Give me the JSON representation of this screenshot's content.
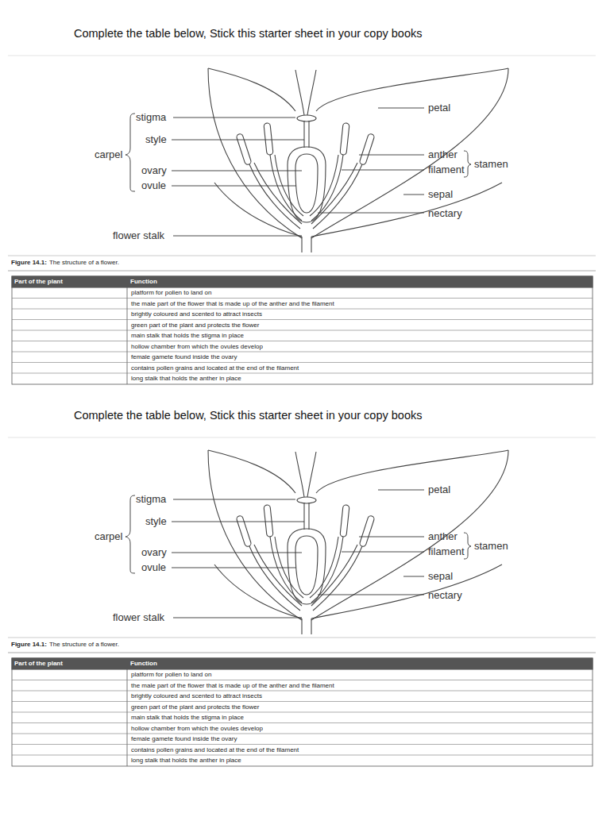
{
  "diagram": {
    "labels": [
      "Complete the table below, Stick this starter sheet in your copy books",
      "stigma",
      "style",
      "carpel",
      "ovary",
      "ovule",
      "flower stalk",
      "petal",
      "anther",
      "stamen",
      "filament",
      "sepal",
      "nectary",
      "Figure 14.1:",
      "The structure of a flower.",
      "Part of the plant",
      "Function",
      "platform for pollen to land on",
      "the male part of the flower that is made up of the anther and the filament",
      "brightly coloured and scented to attract insects",
      "green part of the plant and protects the flower",
      "main stalk that holds the stigma in place",
      "hollow chamber from which the ovules develop",
      "female gamete found inside the ovary",
      "contains pollen grains and located at the end of the filament",
      "long stalk that holds the anther in place",
      "Complete the table below, Stick this starter sheet in your copy books",
      "stigma",
      "style",
      "carpel",
      "ovary",
      "ovule",
      "flower stalk",
      "petal",
      "anther",
      "stamen",
      "filament",
      "sepal",
      "nectary",
      "Figure 14.1:",
      "The structure of a flower.",
      "Part of the plant",
      "Function",
      "platform for pollen to land on",
      "the male part of the flower that is made up of the anther and the filament",
      "brightly coloured and scented to attract insects",
      "green part of the plant and protects the flower",
      "main stalk that holds the stigma in place",
      "hollow chamber from which the ovules develop",
      "female gamete found inside the ovary",
      "contains pollen grains and located at the end of the filament",
      "long stalk that holds the anther in place"
    ]
  }
}
